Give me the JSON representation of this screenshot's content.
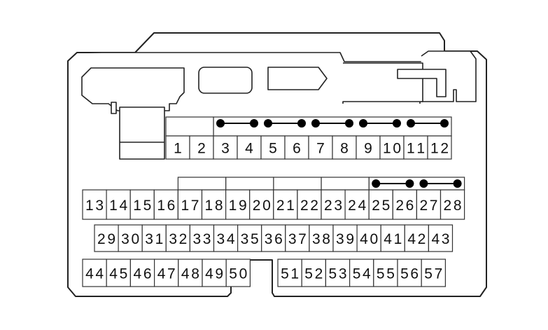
{
  "connector": {
    "pins": [
      "1",
      "2",
      "3",
      "4",
      "5",
      "6",
      "7",
      "8",
      "9",
      "10",
      "11",
      "12",
      "13",
      "14",
      "15",
      "16",
      "17",
      "18",
      "19",
      "20",
      "21",
      "22",
      "23",
      "24",
      "25",
      "26",
      "27",
      "28",
      "29",
      "30",
      "31",
      "32",
      "33",
      "34",
      "35",
      "36",
      "37",
      "38",
      "39",
      "40",
      "41",
      "42",
      "43",
      "44",
      "45",
      "46",
      "47",
      "48",
      "49",
      "50",
      "51",
      "52",
      "53",
      "54",
      "55",
      "56",
      "57"
    ],
    "jumpers": [
      [
        "3",
        "4"
      ],
      [
        "5",
        "6"
      ],
      [
        "7",
        "8"
      ],
      [
        "9",
        "10"
      ],
      [
        "11",
        "12"
      ],
      [
        "25",
        "26"
      ],
      [
        "27",
        "28"
      ]
    ],
    "pin_groups": [
      [
        "17",
        "18"
      ],
      [
        "19",
        "20"
      ],
      [
        "21",
        "22"
      ],
      [
        "23",
        "24"
      ]
    ]
  }
}
